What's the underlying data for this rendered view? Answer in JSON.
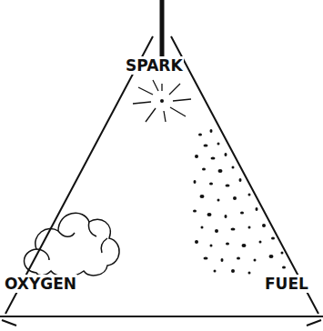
{
  "diagram": {
    "labels": [
      "SPARK",
      "OXYGEN",
      "FUEL"
    ]
  }
}
